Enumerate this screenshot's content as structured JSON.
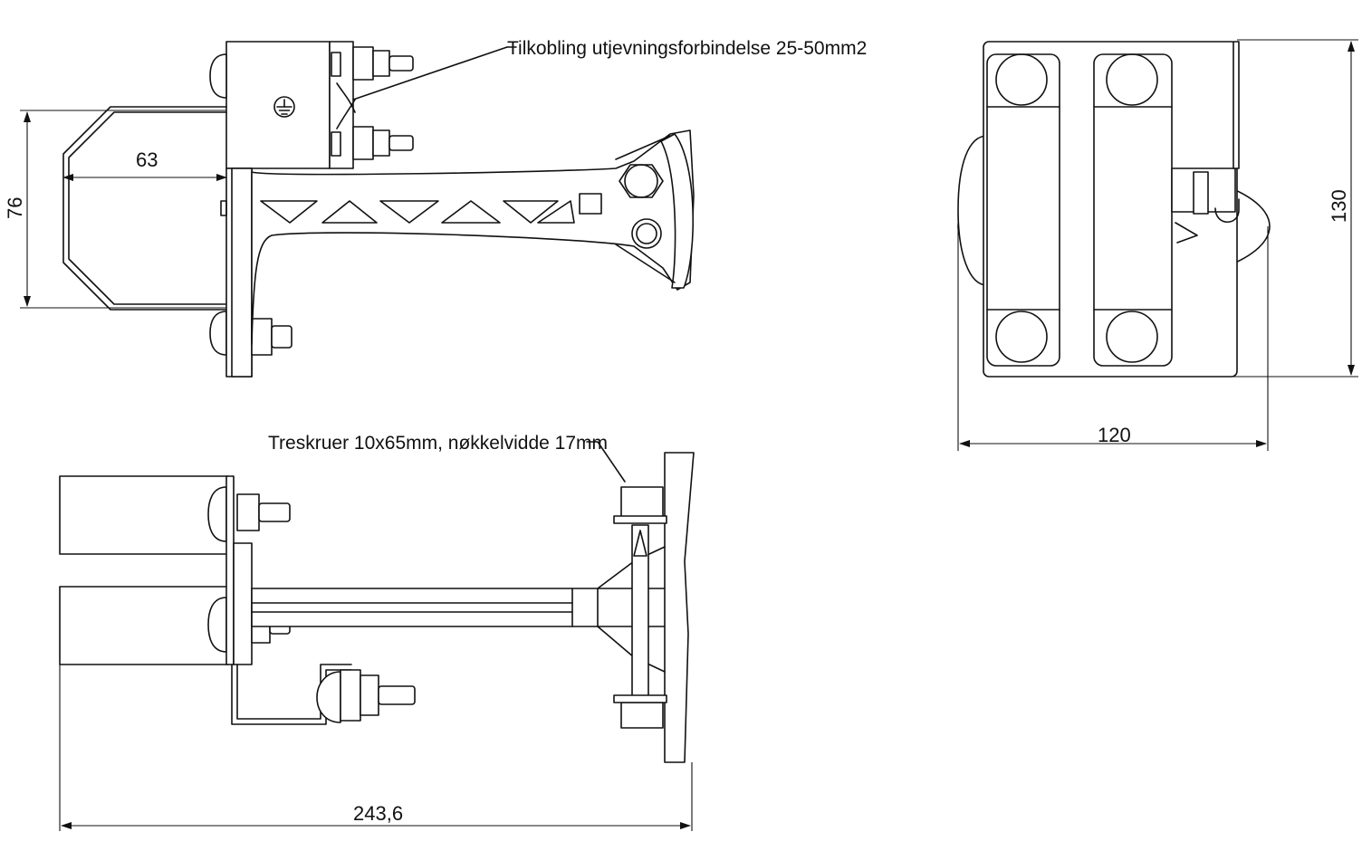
{
  "annotations": {
    "bonding_connection": "Tilkobling utjevningsforbindelse 25-50mm2",
    "wood_screws": "Treskruer 10x65mm, nøkkelvidde 17mm"
  },
  "dimensions": {
    "height_76": "76",
    "depth_63": "63",
    "height_130": "130",
    "width_120": "120",
    "length_243_6": "243,6"
  },
  "symbols": {
    "ground_symbol": "earth-ground-icon"
  }
}
